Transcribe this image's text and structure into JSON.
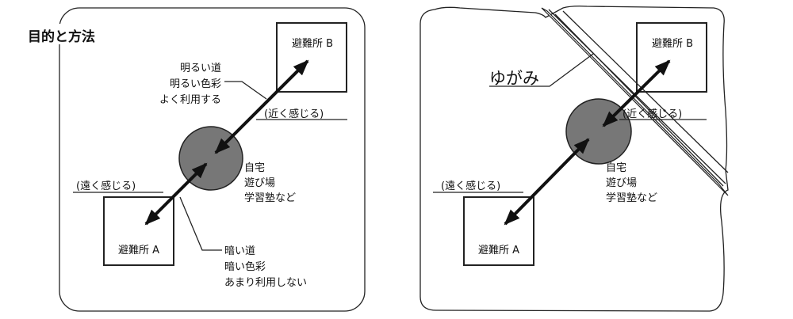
{
  "left_panel": {
    "title": "目的と方法",
    "shelter_b": "避難所 B",
    "shelter_a": "避難所 A",
    "bright_lines": [
      "明るい道",
      "明るい色彩",
      "よく利用する"
    ],
    "dark_lines": [
      "暗い道",
      "暗い色彩",
      "あまり利用しない"
    ],
    "near_label": "(近く感じる)",
    "far_label": "(遠く感じる)",
    "home_lines": [
      "自宅",
      "遊び場",
      "学習塾など"
    ]
  },
  "right_panel": {
    "distortion_label": "ゆがみ",
    "shelter_b": "避難所 B",
    "shelter_a": "避難所 A",
    "near_label": "(近く感じる)",
    "far_label": "(遠く感じる)",
    "home_lines": [
      "自宅",
      "遊び場",
      "学習塾など"
    ]
  },
  "colors": {
    "circle_fill": "#777777",
    "line": "#222222"
  }
}
